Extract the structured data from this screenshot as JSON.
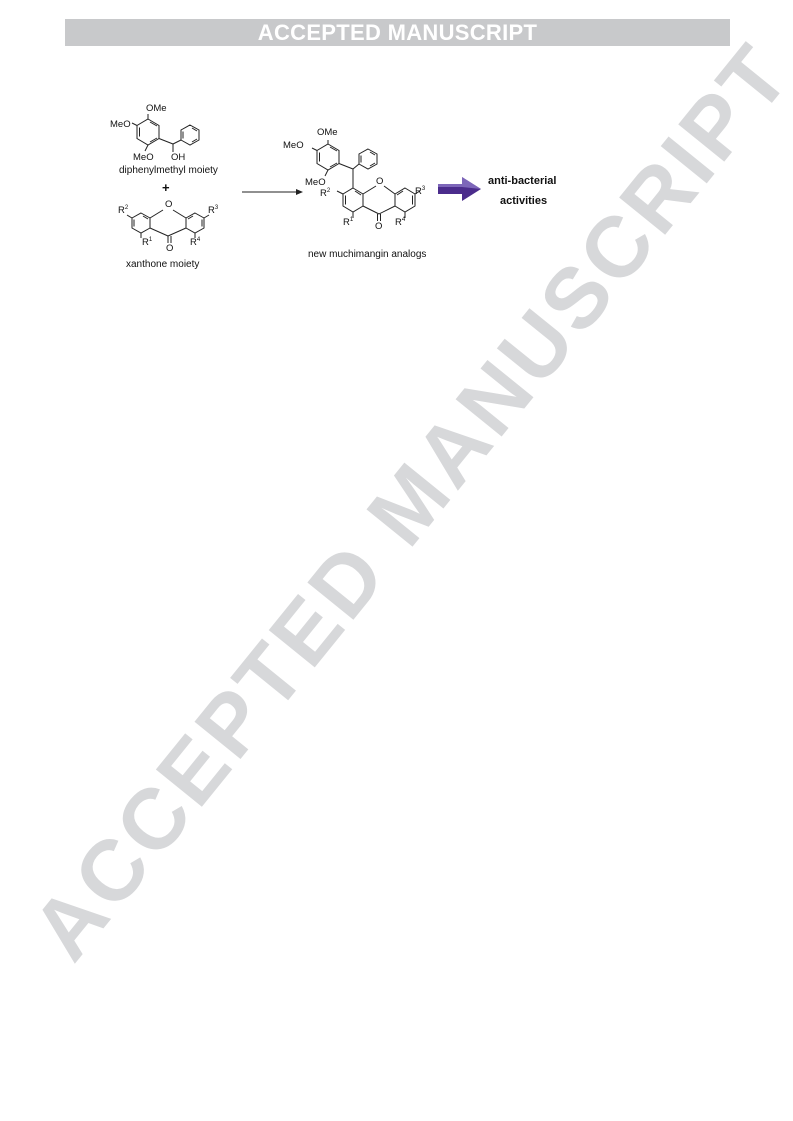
{
  "banner": {
    "text": "ACCEPTED MANUSCRIPT"
  },
  "watermark": {
    "text": "ACCEPTED MANUSCRIPT"
  },
  "scheme": {
    "reactant1": {
      "ome_top": "OMe",
      "meo_left": "MeO",
      "meo_bottom": "MeO",
      "oh": "OH",
      "caption": "diphenylmethyl moiety"
    },
    "plus": "+",
    "reactant2": {
      "r2": "R",
      "r2_sup": "2",
      "r3": "R",
      "r3_sup": "3",
      "r1": "R",
      "r1_sup": "1",
      "r4": "R",
      "r4_sup": "4",
      "carbonyl_o": "O",
      "ring_o": "O",
      "caption": "xanthone moiety"
    },
    "product": {
      "ome_top": "OMe",
      "meo_left": "MeO",
      "meo_bottom": "MeO",
      "r2": "R",
      "r2_sup": "2",
      "r3": "R",
      "r3_sup": "3",
      "r1": "R",
      "r1_sup": "1",
      "r4": "R",
      "r4_sup": "4",
      "carbonyl_o": "O",
      "ring_o": "O",
      "caption": "new muchimangin analogs"
    },
    "outcome": {
      "line1": "anti-bacterial",
      "line2": "activities"
    },
    "colors": {
      "arrow_purple": "#4b2c8c",
      "arrow_highlight": "#8d79c8"
    }
  }
}
